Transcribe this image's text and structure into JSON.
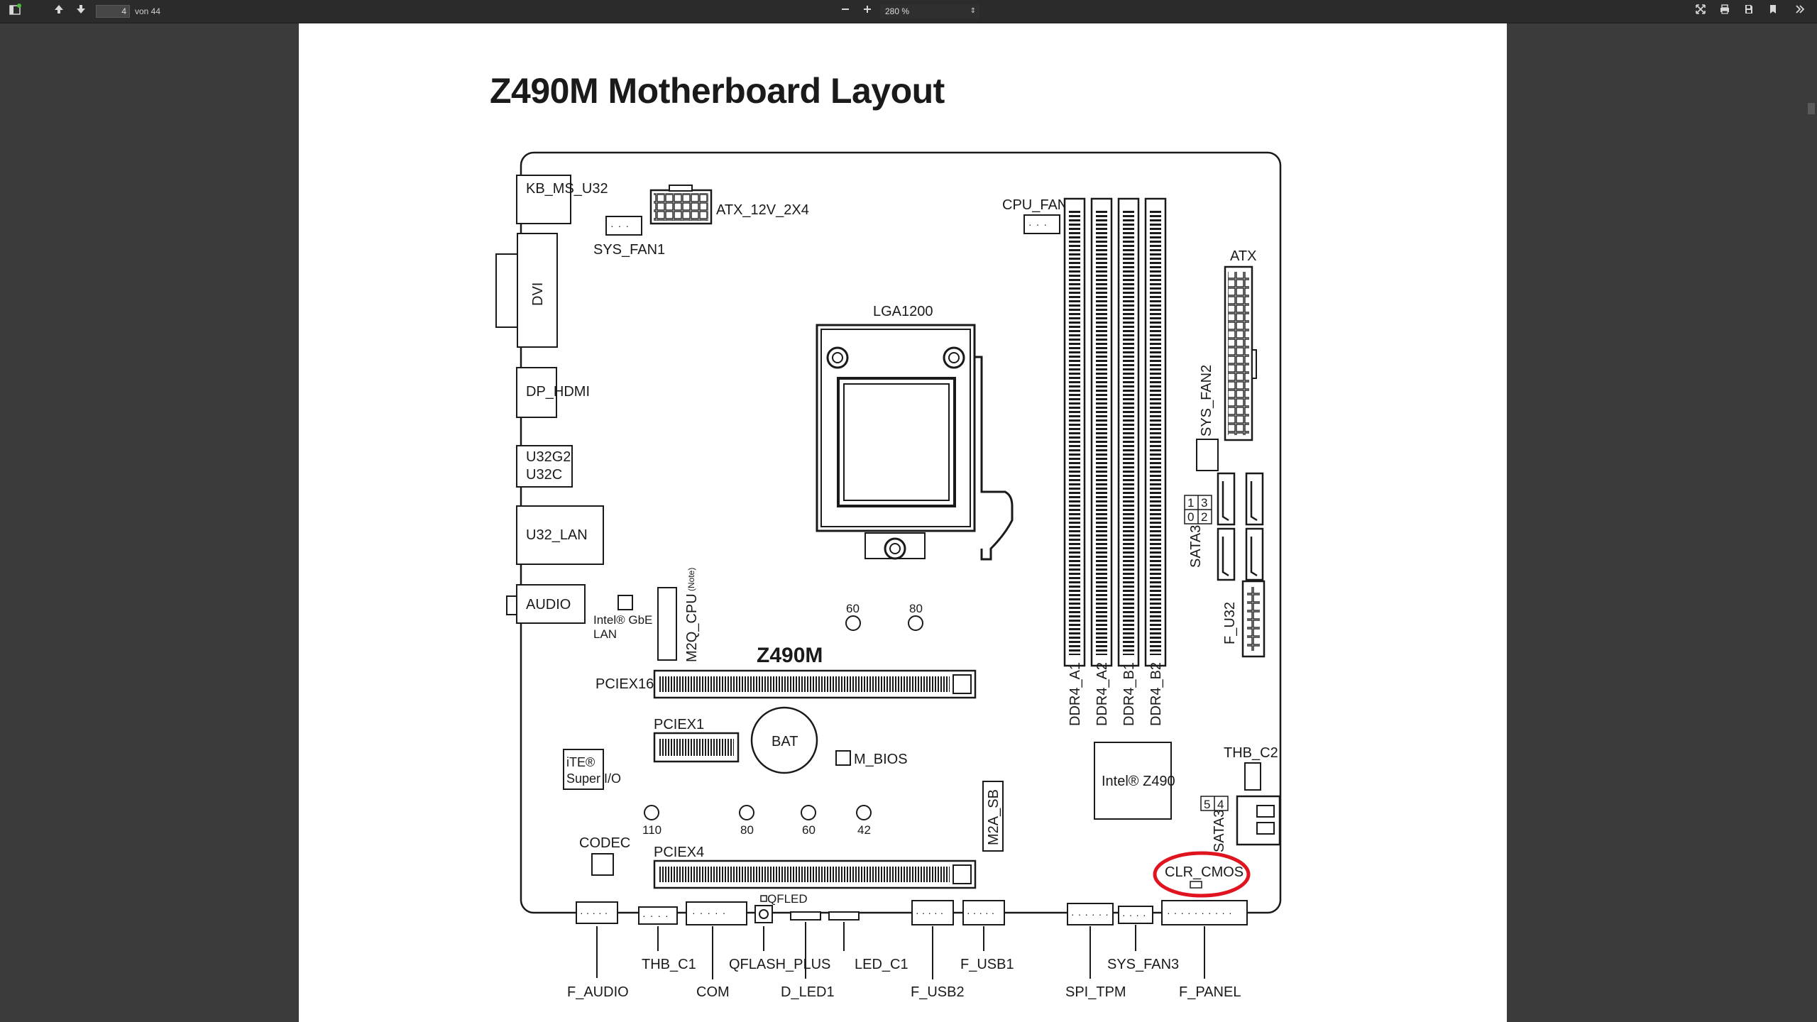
{
  "toolbar": {
    "page_current": "4",
    "page_total": "von 44",
    "zoom": "280 %",
    "icons": [
      "sidebar-icon",
      "arrow-up-icon",
      "arrow-down-icon",
      "zoom-out-icon",
      "zoom-in-icon",
      "fullscreen-icon",
      "print-icon",
      "save-icon",
      "bookmark-icon",
      "more-icon"
    ]
  },
  "document": {
    "title": "Z490M Motherboard Layout",
    "board_name": "Z490M",
    "labels": {
      "kb_ms_u32": "KB_MS_U32",
      "sys_fan1": "SYS_FAN1",
      "atx_12v": "ATX_12V_2X4",
      "cpu_fan": "CPU_FAN",
      "dvi": "DVI",
      "dp_hdmi": "DP_HDMI",
      "u32g2": "U32G2",
      "u32c": "U32C",
      "u32_lan": "U32_LAN",
      "audio": "AUDIO",
      "intel_gbe": "Intel® GbE",
      "lan": "LAN",
      "m2q_cpu": "M2Q_CPU",
      "note": "(Note)",
      "lga1200": "LGA1200",
      "pciex16": "PCIEX16",
      "pciex1": "PCIEX1",
      "bat": "BAT",
      "m_bios": "M_BIOS",
      "ite": "iTE®",
      "super_io": "Super I/O",
      "codec": "CODEC",
      "pciex4": "PCIEX4",
      "m2a_sb": "M2A_SB",
      "qfled": "QFLED",
      "atx": "ATX",
      "sys_fan2": "SYS_FAN2",
      "sata3_top": "SATA3",
      "sata3_bottom": "SATA3",
      "sata_nums_top": [
        "1",
        "3",
        "0",
        "2"
      ],
      "sata_nums_bottom": [
        "5",
        "4"
      ],
      "f_u32": "F_U32",
      "ddr4_a1": "DDR4_A1",
      "ddr4_a2": "DDR4_A2",
      "ddr4_b1": "DDR4_B1",
      "ddr4_b2": "DDR4_B2",
      "intel_z490": "Intel® Z490",
      "thb_c2": "THB_C2",
      "clr_cmos": "CLR_CMOS",
      "m2_sizes_top": [
        "60",
        "80"
      ],
      "m2_sizes_bottom": [
        "110",
        "80",
        "60",
        "42"
      ]
    },
    "bottom_headers": {
      "f_audio": "F_AUDIO",
      "thb_c1": "THB_C1",
      "com": "COM",
      "qflash_plus": "QFLASH_PLUS",
      "d_led1": "D_LED1",
      "led_c1": "LED_C1",
      "f_usb2": "F_USB2",
      "f_usb1": "F_USB1",
      "spi_tpm": "SPI_TPM",
      "sys_fan3": "SYS_FAN3",
      "f_panel": "F_PANEL"
    },
    "highlight_color": "#e0141e"
  }
}
